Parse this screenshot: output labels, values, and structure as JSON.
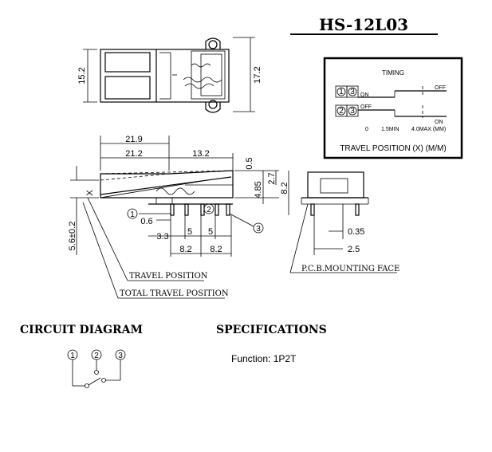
{
  "model": "HS-12L03",
  "top_view": {
    "dim_width": "15.2",
    "dim_height": "17.2"
  },
  "timing": {
    "title": "TIMING",
    "row1": {
      "pins": [
        "1",
        "3"
      ],
      "on": "ON",
      "off": "OFF"
    },
    "row2": {
      "pins": [
        "2",
        "3"
      ],
      "on": "ON",
      "off": "OFF"
    },
    "axis_labels": [
      "0",
      "1.5MIN",
      "4.0MAX (MM)"
    ],
    "caption": "TRAVEL POSITION (X) (M/M)"
  },
  "side_view": {
    "dims": {
      "d21_9": "21.9",
      "d21_2": "21.2",
      "d13_2": "13.2",
      "d0_5": "0.5",
      "d2_7": "2.7",
      "d4_85": "4.85",
      "d8_2": "8.2",
      "d0_6": "0.6",
      "d3_3": "3.3",
      "d5a": "5",
      "d5b": "5",
      "d8_2a": "8.2",
      "d8_2b": "8.2",
      "d5_6": "5.6±0.2",
      "x": "X"
    },
    "pin_labels": [
      "1",
      "2",
      "3"
    ]
  },
  "end_view": {
    "d0_35": "0.35",
    "d2_5": "2.5",
    "pcb_label": "P.C.B.MOUNTING FACE"
  },
  "travel_position": "TRAVEL POSITION",
  "total_travel_position": "TOTAL TRAVEL POSITION",
  "circuit_diagram": {
    "title": "CIRCUIT DIAGRAM",
    "pins": [
      "1",
      "2",
      "3"
    ]
  },
  "specifications": {
    "title": "SPECIFICATIONS",
    "function": "Function: 1P2T"
  }
}
